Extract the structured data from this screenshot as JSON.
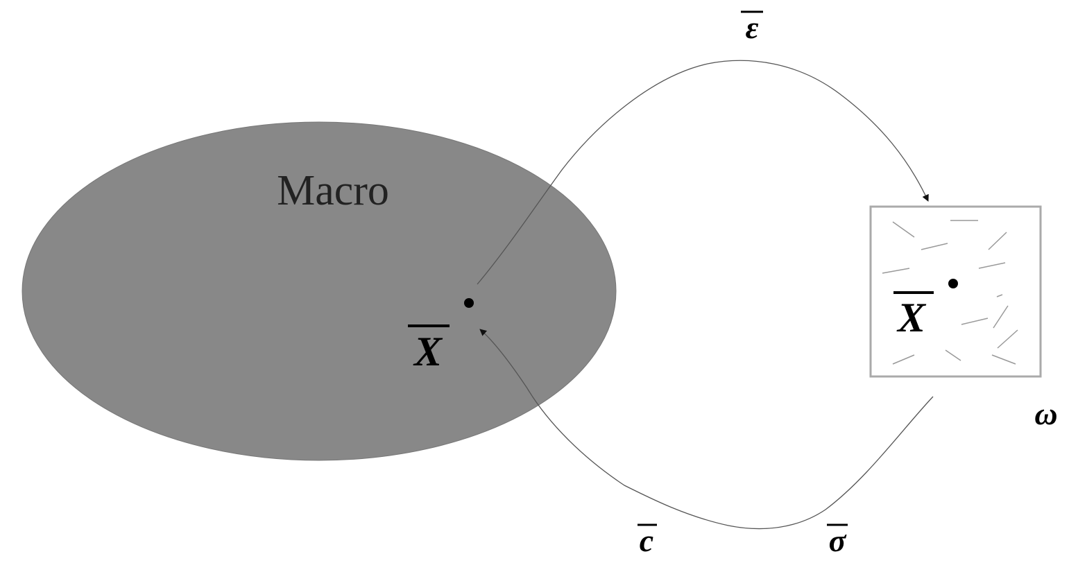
{
  "diagram": {
    "macro_region": {
      "label": "Macro",
      "fill": "#888888"
    },
    "macro_point": {
      "label": "X"
    },
    "micro_cell": {
      "point_label": "X",
      "cell_label": "ω",
      "border_color": "#aaaaaa",
      "crack_color": "#999999"
    },
    "arrows": {
      "strain_label": "ε",
      "stress_label": "σ",
      "tangent_label": "c",
      "line_color": "#555555"
    }
  }
}
